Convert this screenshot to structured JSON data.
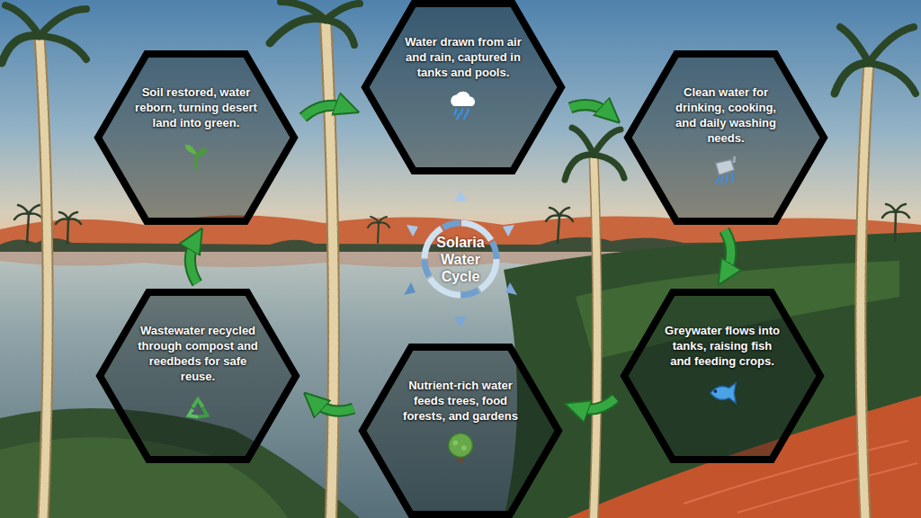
{
  "diagram": {
    "title": "Solaria Water Cycle",
    "nodes": [
      {
        "text": [
          "Water drawn from air and rain, captured in tanks and pools."
        ]
      },
      {
        "text": [
          "Clean water for drinking, cooking, and daily washing needs."
        ]
      },
      {
        "text": [
          "Greywater flows into tanks, raising fish and feeding crops."
        ]
      },
      {
        "text": [
          "Nutrient-rich water feeds trees, food forests, and gardens"
        ]
      },
      {
        "text": [
          "Wastewater recycled through compost and reedbeds for safe reuse."
        ]
      },
      {
        "text": [
          "Soil restored, water reborn, turning desert land into green."
        ]
      }
    ],
    "edges": [
      {
        "from": 0,
        "to": 1,
        "arrow": "to"
      },
      {
        "from": 1,
        "to": 2,
        "arrow": "to"
      },
      {
        "from": 2,
        "to": 3,
        "arrow": "to"
      },
      {
        "from": 3,
        "to": 4,
        "arrow": "to"
      },
      {
        "from": 4,
        "to": 5,
        "arrow": "to"
      },
      {
        "from": 5,
        "to": 0,
        "arrow": "to"
      }
    ]
  }
}
